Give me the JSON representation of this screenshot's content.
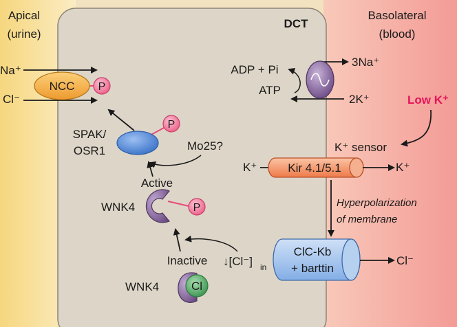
{
  "regions": {
    "apical_line1": "Apical",
    "apical_line2": "(urine)",
    "cell_label": "DCT",
    "basolateral_line1": "Basolateral",
    "basolateral_line2": "(blood)"
  },
  "ions": {
    "na_in": "Na⁺",
    "cl_in": "Cl⁻",
    "na_out": "3Na⁺",
    "k_in": "2K⁺",
    "k_left": "K⁺",
    "k_right": "K⁺",
    "cl_out": "Cl⁻"
  },
  "proteins": {
    "ncc": "NCC",
    "phospho": "P",
    "spak_line1": "SPAK/",
    "spak_line2": "OSR1",
    "mo25": "Mo25?",
    "kir": "Kir 4.1/5.1",
    "clc_line1": "ClC-Kb",
    "clc_line2": "+ barttin",
    "wnk4_active": "WNK4",
    "wnk4_inactive": "WNK4",
    "cl_bound": "Cl"
  },
  "labels": {
    "adp": "ADP + Pi",
    "atp": "ATP",
    "low_k": "Low K⁺",
    "k_sensor": "K⁺ sensor",
    "active": "Active",
    "inactive": "Inactive",
    "hyper_line1": "Hyperpolarization",
    "hyper_line2": "of membrane",
    "cl_in_main": "↓[Cl⁻]",
    "cl_in_sub": "in"
  },
  "colors": {
    "apical_bg": "#f7dc8e",
    "cell_fill": "#ddd6c8",
    "basolateral_bg": "#f6a6a0",
    "low_k": "#e5135b",
    "phospho_fill": "#f27fa0",
    "ncc_fill": "#f4b04a",
    "spak_fill": "#4c86d8",
    "kir_fill": "#f28b5e",
    "clc_fill": "#9ec0ea",
    "wnk_fill": "#8a6aa0",
    "cl_fill": "#4aa35a"
  }
}
